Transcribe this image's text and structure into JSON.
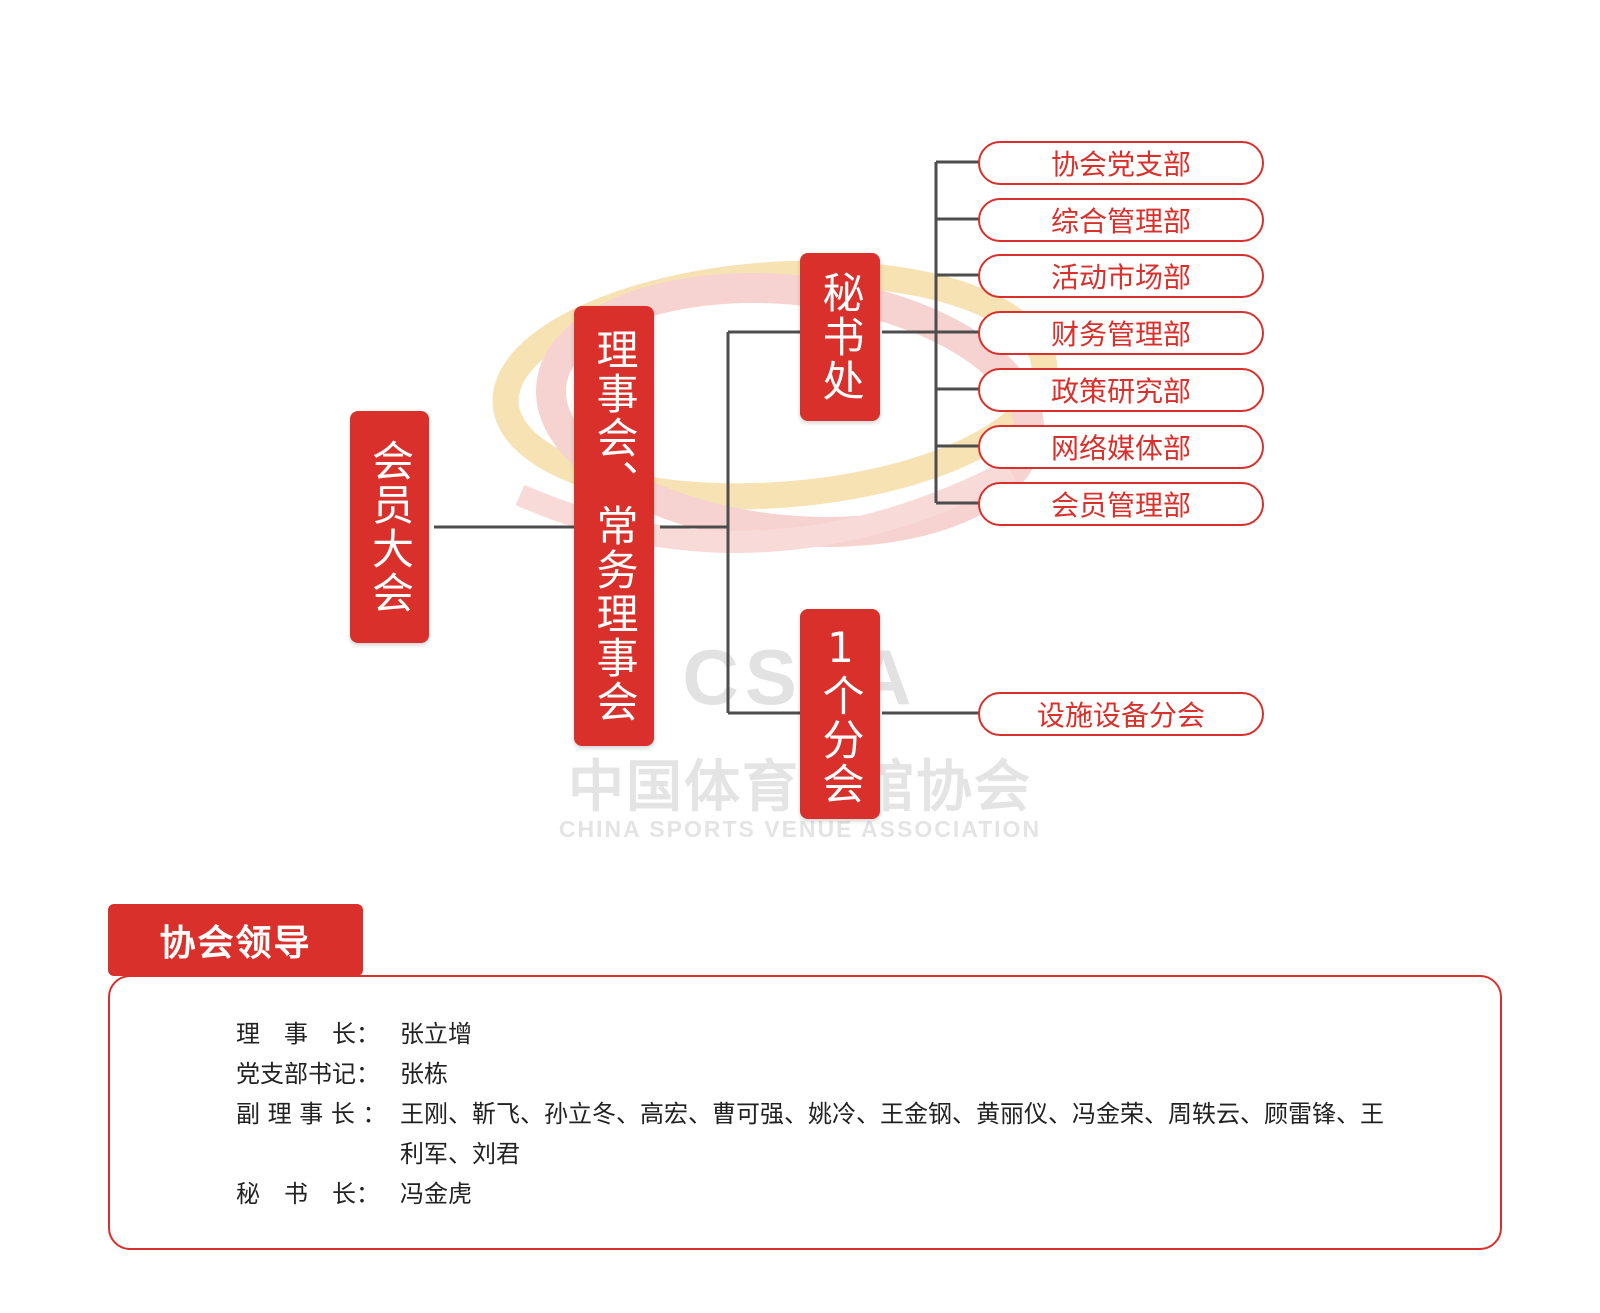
{
  "watermark": {
    "acronym": "CSVA",
    "name_cn": "中国体育场馆协会",
    "name_en": "CHINA SPORTS VENUE ASSOCIATION"
  },
  "org": {
    "root": "会员大会",
    "board": "理事会、常务理事会",
    "secretariat": "秘书处",
    "branch": "1个分会",
    "departments": [
      "协会党支部",
      "综合管理部",
      "活动市场部",
      "财务管理部",
      "政策研究部",
      "网络媒体部",
      "会员管理部"
    ],
    "branches": [
      "设施设备分会"
    ]
  },
  "leadership": {
    "title": "协会领导",
    "rows": [
      {
        "label": "理　事　长：",
        "value": "张立增"
      },
      {
        "label": "党支部书记：",
        "value": "张栋"
      },
      {
        "label": "副 理 事 长 ：",
        "value": "王刚、靳飞、孙立冬、高宏、曹可强、姚冷、王金钢、黄丽仪、冯金荣、周轶云、顾雷锋、王利军、刘君"
      },
      {
        "label": "秘　书　长：",
        "value": "冯金虎"
      }
    ]
  },
  "colors": {
    "primary": "#d9302c",
    "connector": "#4d4d4d",
    "watermark": "#e2e2e2"
  }
}
